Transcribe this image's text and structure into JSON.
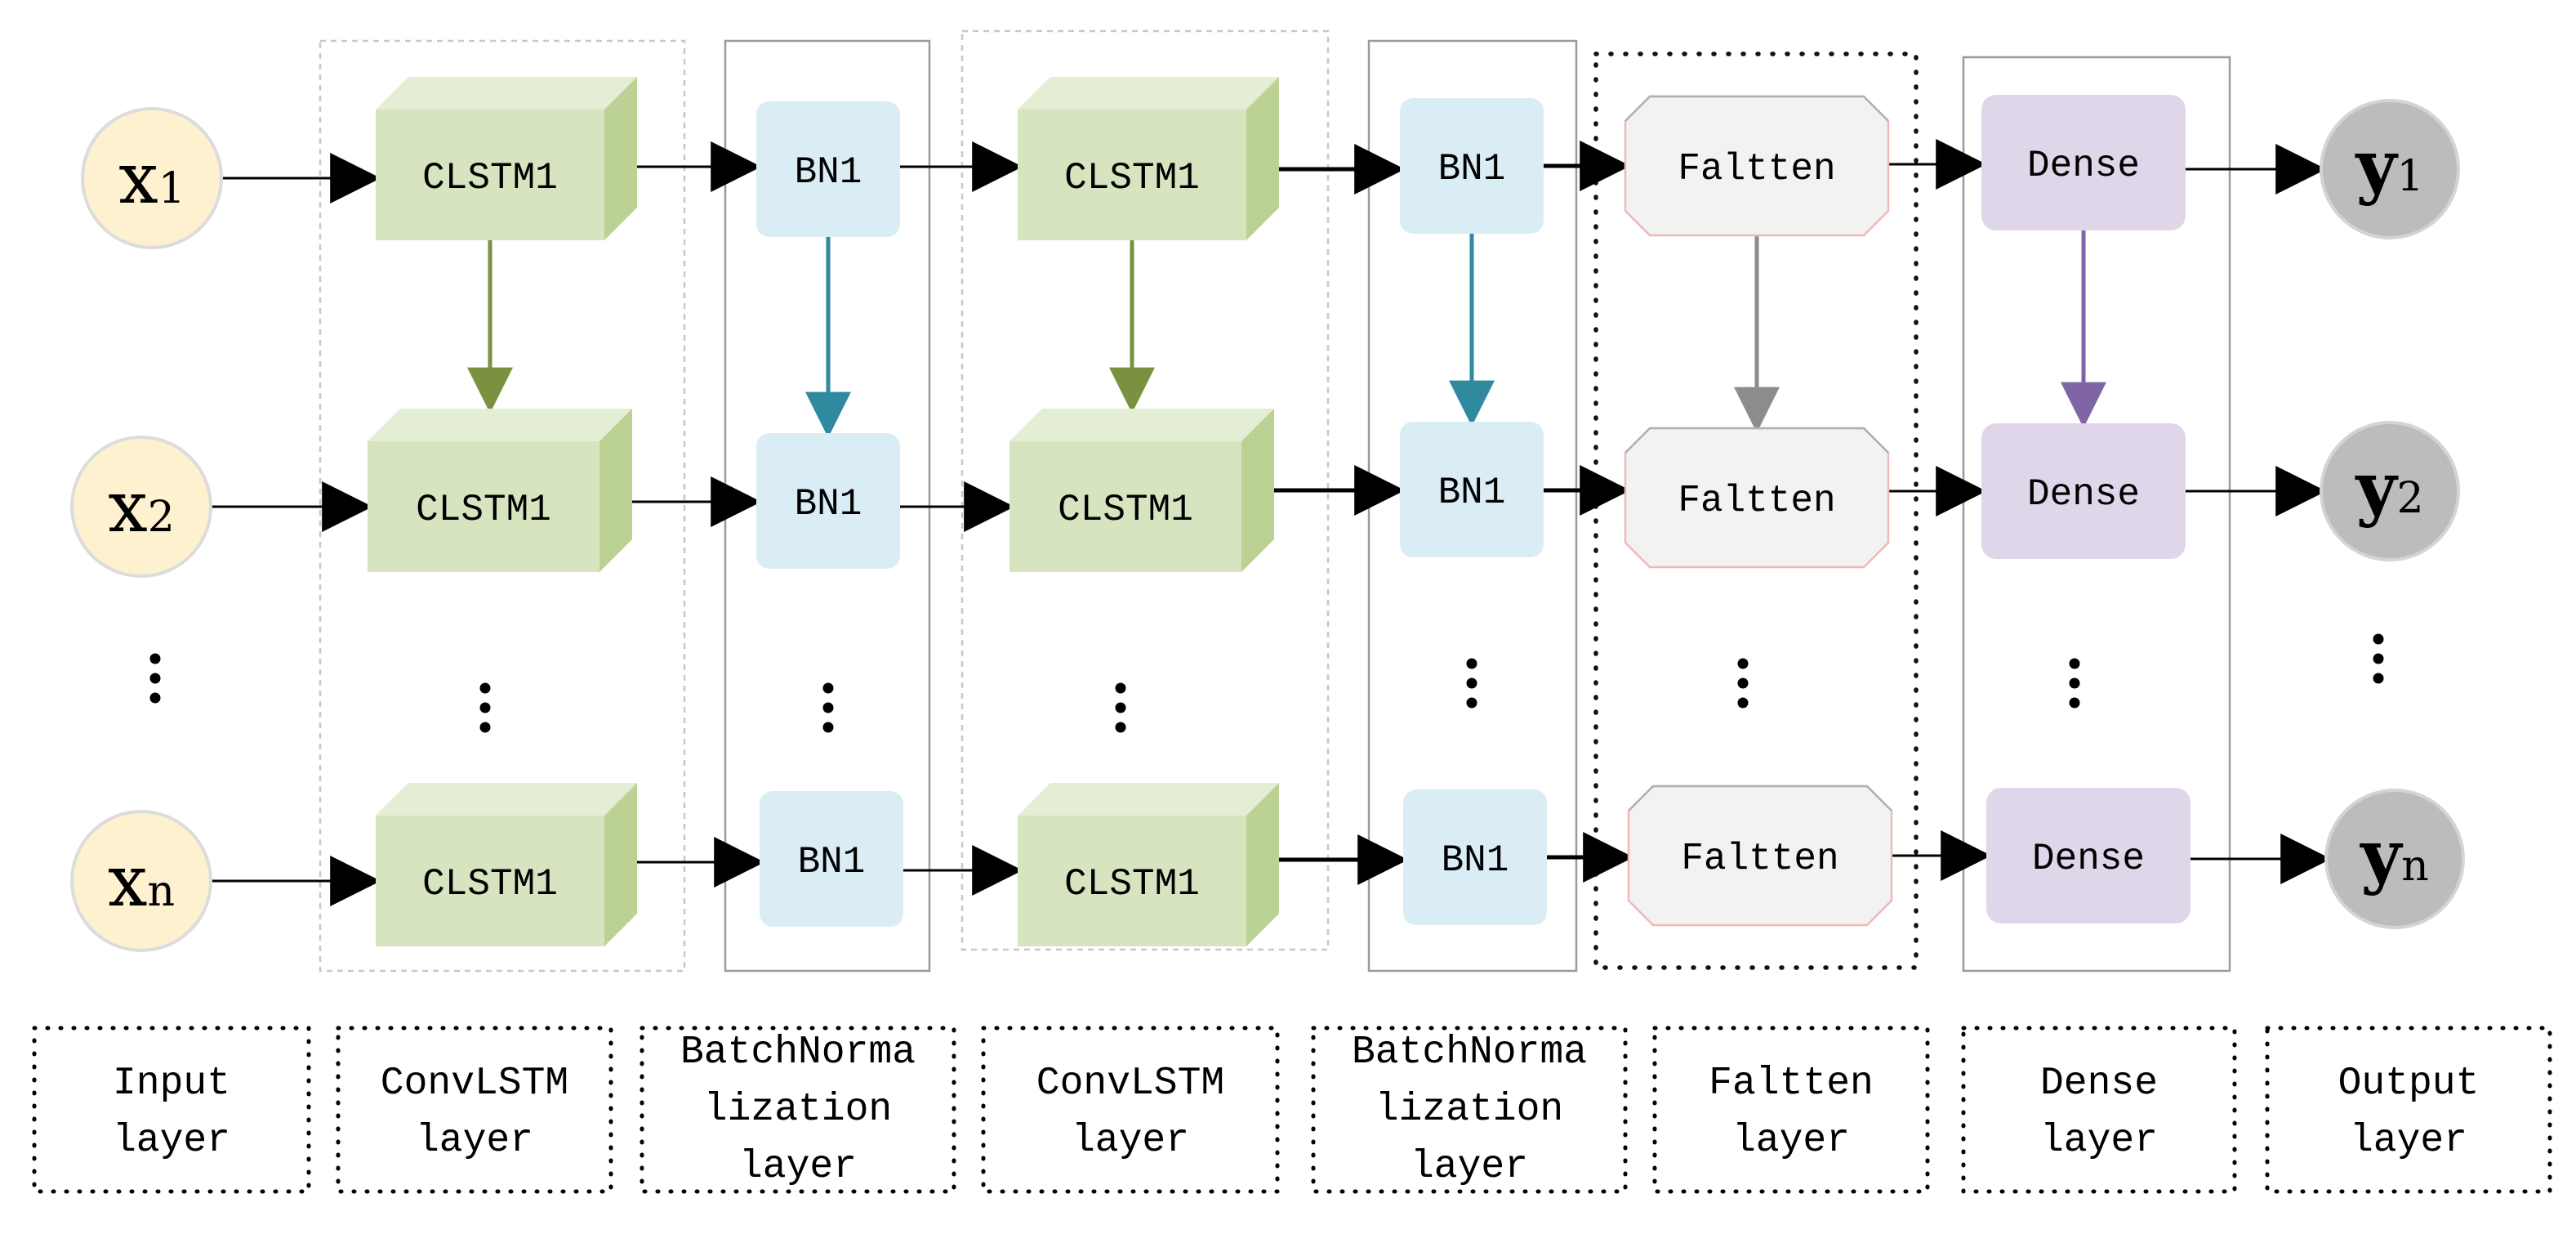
{
  "inputs": [
    {
      "base": "x",
      "sub": "1"
    },
    {
      "base": "x",
      "sub": "2"
    },
    {
      "base": "x",
      "sub": "n"
    }
  ],
  "outputs": [
    {
      "base": "y",
      "sub": "1"
    },
    {
      "base": "y",
      "sub": "2"
    },
    {
      "base": "y",
      "sub": "n"
    }
  ],
  "nodes": {
    "convlstm": "CLSTM1",
    "batchnorm": "BN1",
    "flatten": "Faltten",
    "dense": "Dense"
  },
  "layer_labels": [
    {
      "line1": "Input",
      "line2": "layer"
    },
    {
      "line1": "ConvLSTM",
      "line2": "layer"
    },
    {
      "line1": "BatchNorma",
      "line2": "lization",
      "line3": "layer"
    },
    {
      "line1": "ConvLSTM",
      "line2": "layer"
    },
    {
      "line1": "BatchNorma",
      "line2": "lization",
      "line3": "layer"
    },
    {
      "line1": "Faltten",
      "line2": "layer"
    },
    {
      "line1": "Dense",
      "line2": "layer"
    },
    {
      "line1": "Output",
      "line2": "layer"
    }
  ],
  "colors": {
    "input_fill": "#fdf1cf",
    "input_stroke": "#dcdcdc",
    "output_fill": "#bcbcbc",
    "clstm_front": "#d6e4bf",
    "clstm_top": "#e4eed4",
    "clstm_side": "#bcd294",
    "clstm_arrow": "#7a9140",
    "bn_fill": "#daedf5",
    "bn_arrow": "#2f8aa0",
    "flatten_fill": "#f2f2f2",
    "flatten_stroke": "#f0b8b8",
    "flatten_arrow": "#8c8c8c",
    "dense_fill": "#dfd7e9",
    "dense_arrow": "#7f64a6",
    "line": "#000000"
  }
}
